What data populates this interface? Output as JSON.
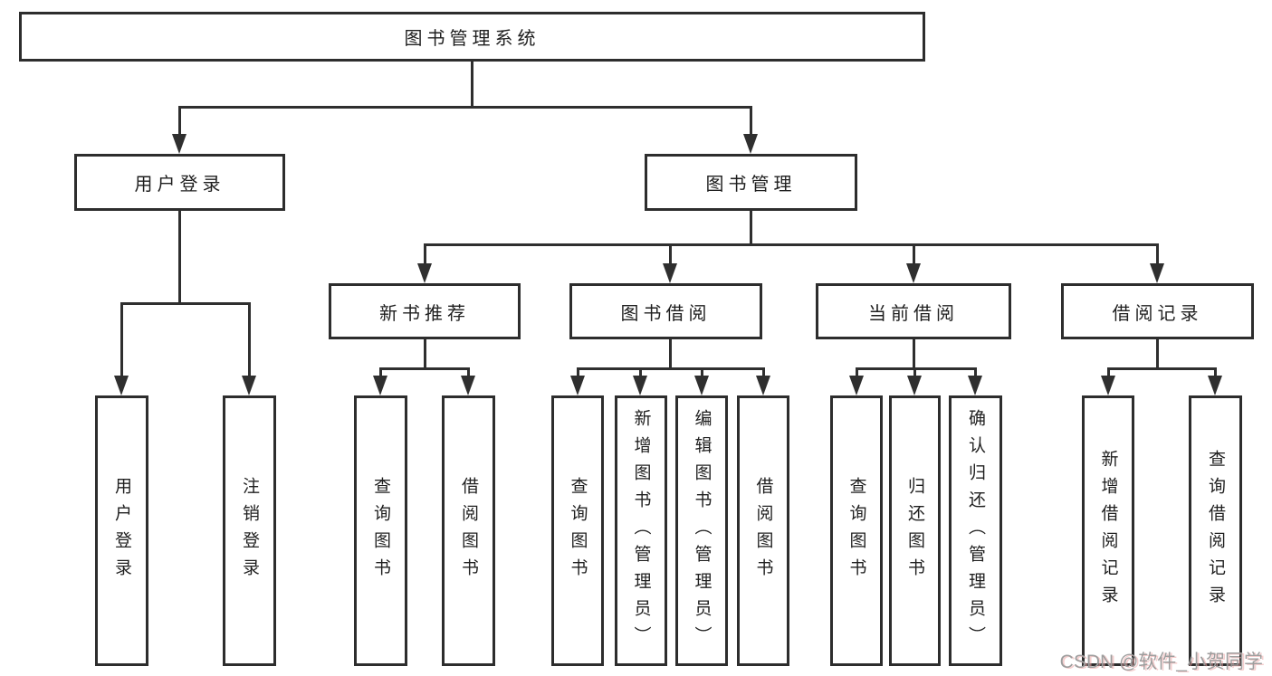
{
  "diagram": {
    "root": {
      "label": "图书管理系统"
    },
    "branches": [
      {
        "label": "用户登录",
        "children": [
          {
            "label": "用户登录"
          },
          {
            "label": "注销登录"
          }
        ]
      },
      {
        "label": "图书管理",
        "children": [
          {
            "label": "新书推荐",
            "children": [
              {
                "label": "查询图书"
              },
              {
                "label": "借阅图书"
              }
            ]
          },
          {
            "label": "图书借阅",
            "children": [
              {
                "label": "查询图书"
              },
              {
                "label": "新增图书（管理员）"
              },
              {
                "label": "编辑图书（管理员）"
              },
              {
                "label": "借阅图书"
              }
            ]
          },
          {
            "label": "当前借阅",
            "children": [
              {
                "label": "查询图书"
              },
              {
                "label": "归还图书"
              },
              {
                "label": "确认归还（管理员）"
              }
            ]
          },
          {
            "label": "借阅记录",
            "children": [
              {
                "label": "新增借阅记录"
              },
              {
                "label": "查询借阅记录"
              }
            ]
          }
        ]
      }
    ],
    "colors": {
      "line": "#2f2f2f",
      "border": "#2d2d2d",
      "text": "#1f1f1f",
      "background": "#ffffff",
      "watermark": "#9d9d9d"
    }
  },
  "watermark": {
    "text": "CSDN @软件_小贺同学"
  }
}
